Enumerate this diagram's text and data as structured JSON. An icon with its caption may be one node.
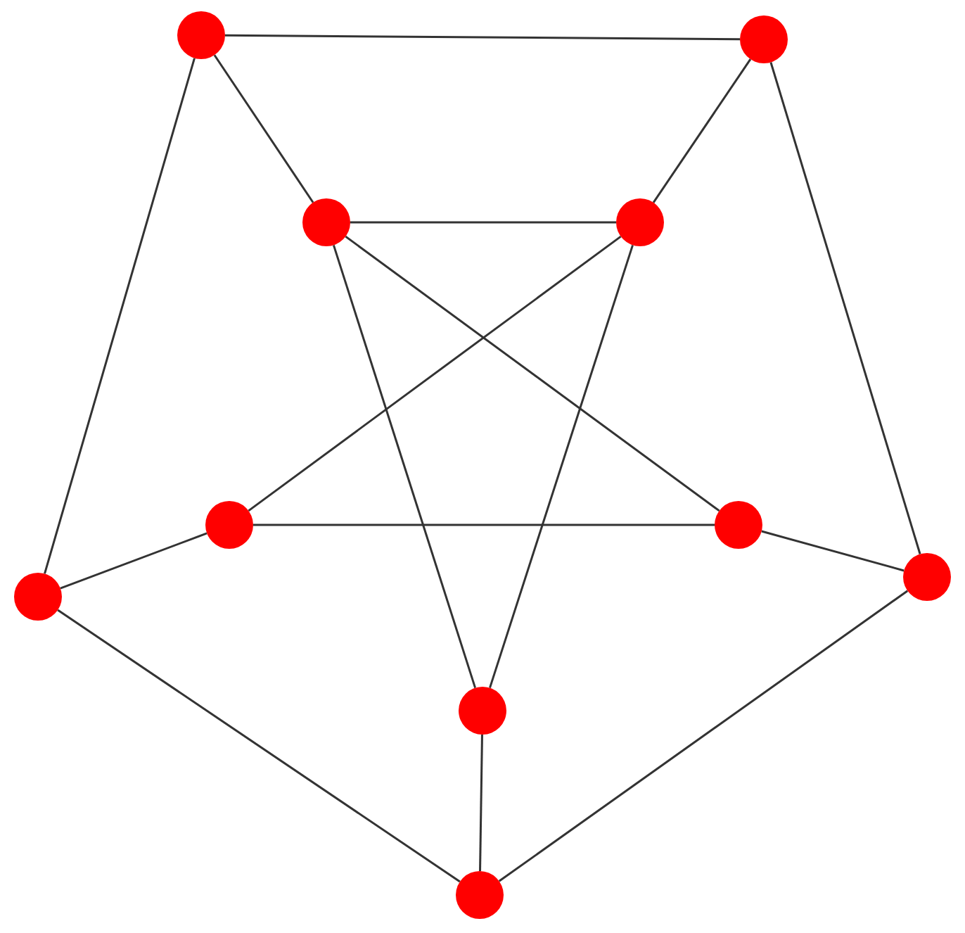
{
  "diagram": {
    "nodes": [
      {
        "text": [],
        "shape": "circle"
      },
      {
        "text": [],
        "shape": "circle"
      },
      {
        "text": [],
        "shape": "circle"
      },
      {
        "text": [],
        "shape": "circle"
      },
      {
        "text": [],
        "shape": "circle"
      },
      {
        "text": [],
        "shape": "circle"
      },
      {
        "text": [],
        "shape": "circle"
      },
      {
        "text": [],
        "shape": "circle"
      },
      {
        "text": [],
        "shape": "circle"
      },
      {
        "text": [],
        "shape": "circle"
      }
    ],
    "edges": [
      {
        "from": 0,
        "to": 1,
        "arrow": "none"
      },
      {
        "from": 0,
        "to": 2,
        "arrow": "none"
      },
      {
        "from": 0,
        "to": 6,
        "arrow": "none"
      },
      {
        "from": 1,
        "to": 3,
        "arrow": "none"
      },
      {
        "from": 1,
        "to": 7,
        "arrow": "none"
      },
      {
        "from": 2,
        "to": 3,
        "arrow": "none"
      },
      {
        "from": 2,
        "to": 5,
        "arrow": "none"
      },
      {
        "from": 2,
        "to": 8,
        "arrow": "none"
      },
      {
        "from": 3,
        "to": 4,
        "arrow": "none"
      },
      {
        "from": 3,
        "to": 8,
        "arrow": "none"
      },
      {
        "from": 4,
        "to": 5,
        "arrow": "none"
      },
      {
        "from": 4,
        "to": 6,
        "arrow": "none"
      },
      {
        "from": 5,
        "to": 7,
        "arrow": "none"
      },
      {
        "from": 6,
        "to": 9,
        "arrow": "none"
      },
      {
        "from": 7,
        "to": 9,
        "arrow": "none"
      },
      {
        "from": 8,
        "to": 9,
        "arrow": "none"
      }
    ]
  }
}
